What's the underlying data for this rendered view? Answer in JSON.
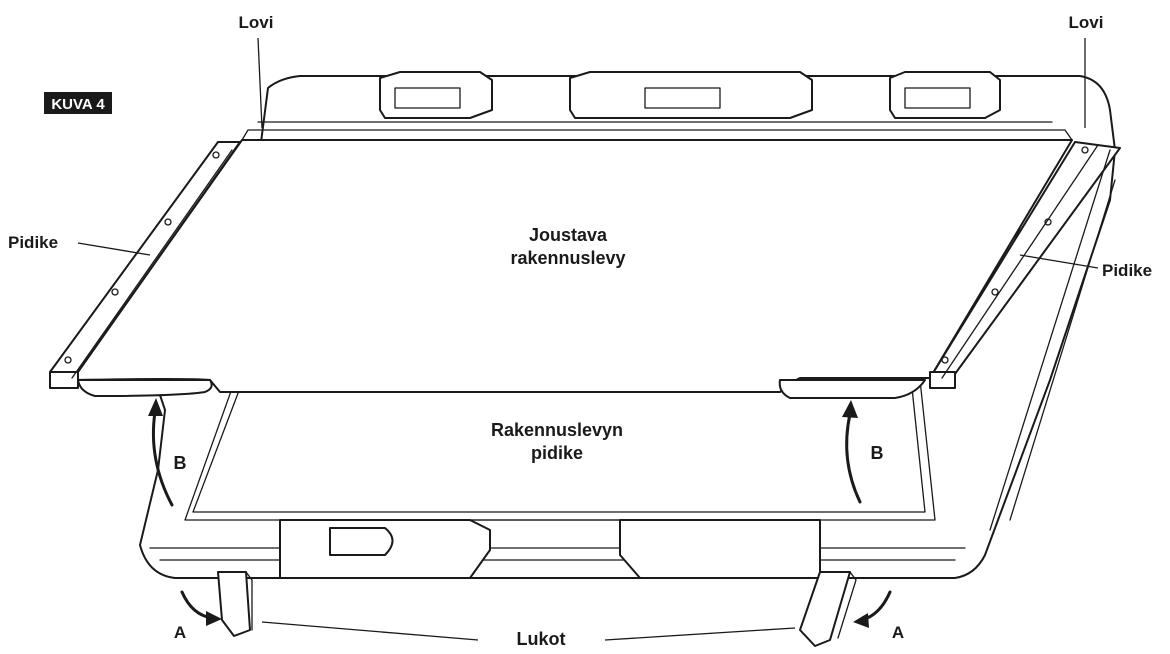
{
  "figure": {
    "tag": "KUVA 4"
  },
  "labels": {
    "notch_left": "Lovi",
    "notch_right": "Lovi",
    "clip_left": "Pidike",
    "clip_right": "Pidike",
    "flexible_plate": [
      "Joustava",
      "rakennuslevy"
    ],
    "plate_holder": [
      "Rakennuslevyn",
      "pidike"
    ],
    "arrow_b_left": "B",
    "arrow_b_right": "B",
    "arrow_a_left": "A",
    "arrow_a_right": "A",
    "locks": "Lukot"
  }
}
